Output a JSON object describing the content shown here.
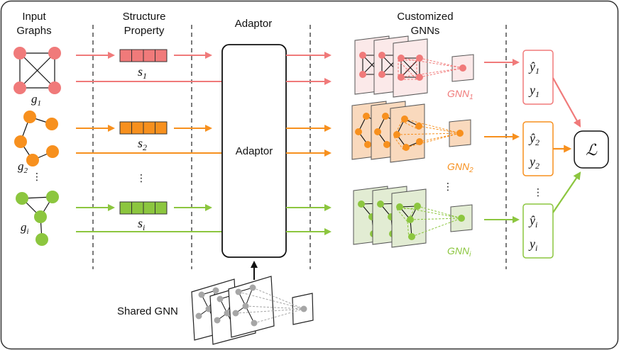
{
  "headers": {
    "input_graphs": [
      "Input",
      "Graphs"
    ],
    "structure_property": [
      "Structure",
      "Property"
    ],
    "adaptor": "Adaptor",
    "customized_gnns": [
      "Customized",
      "GNNs"
    ]
  },
  "adaptor_box_label": "Adaptor",
  "shared_gnn_label": "Shared GNN",
  "ellipsis": "⋮",
  "loss_symbol": "ℒ",
  "colors": {
    "g1": "#f07a7a",
    "g2": "#f7901e",
    "gi": "#8cc63f",
    "g1_fill": "#fbe9e9",
    "g2_fill": "#f9d9bd",
    "gi_fill": "#e2ecd3",
    "shared": "#a6a6a6"
  },
  "rows": [
    {
      "graph_label": "g",
      "graph_sub": "1",
      "prop_label": "s",
      "prop_sub": "1",
      "gnn_label": "GNN",
      "gnn_sub": "1",
      "yhat": "ŷ",
      "y": "y",
      "y_sub": "1"
    },
    {
      "graph_label": "g",
      "graph_sub": "2",
      "prop_label": "s",
      "prop_sub": "2",
      "gnn_label": "GNN",
      "gnn_sub": "2",
      "yhat": "ŷ",
      "y": "y",
      "y_sub": "2"
    },
    {
      "graph_label": "g",
      "graph_sub": "i",
      "prop_label": "s",
      "prop_sub": "i",
      "gnn_label": "GNN",
      "gnn_sub": "i",
      "yhat": "ŷ",
      "y": "y",
      "y_sub": "i"
    }
  ]
}
